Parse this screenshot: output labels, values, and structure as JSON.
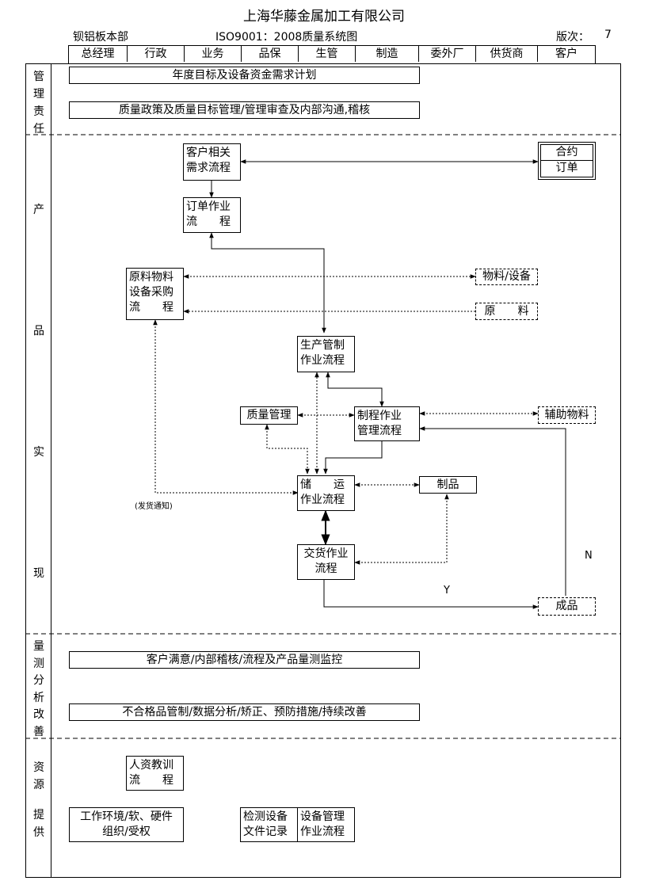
{
  "title": "上海华藤金属加工有限公司",
  "subheader": {
    "dept": "钡铝板本部",
    "system": "ISO9001：2008质量系统图",
    "version_label": "版次：",
    "version": "7"
  },
  "columns": [
    "总经理",
    "行政",
    "业务",
    "品保",
    "生管",
    "制造",
    "委外厂",
    "供货商",
    "客户"
  ],
  "sections": {
    "management": [
      "管",
      "理",
      "责",
      "任"
    ],
    "product": [
      "产",
      "品",
      "实",
      "现"
    ],
    "measurement": [
      "量",
      "测",
      "分",
      "析",
      "改",
      "善"
    ],
    "resource": [
      "资",
      "源",
      "提",
      "供"
    ]
  },
  "management_items": [
    "年度目标及设备资金需求计划",
    "质量政策及质量目标管理/管理审查及内部沟通,稽核"
  ],
  "nodes": {
    "customer_req": [
      "客户相关",
      "需求流程"
    ],
    "contract": [
      "合约",
      "订单"
    ],
    "order": [
      "订单作业",
      "流　　程"
    ],
    "purchase": [
      "原料物料",
      "设备采购",
      "流　　程"
    ],
    "material_equip": "物料/设备",
    "raw_material": "原　　料",
    "production_ctrl": [
      "生产管制",
      "作业流程"
    ],
    "quality_mgmt": "质量管理",
    "process_mgmt": [
      "制程作业",
      "管理流程"
    ],
    "aux_material": "辅助物料",
    "storage": [
      "储　　运",
      "作业流程"
    ],
    "product": "制品",
    "delivery": [
      "交货作业",
      "流程"
    ],
    "finished": "成品",
    "ship_notice": "(发货通知)",
    "label_n": "N",
    "label_y": "Y"
  },
  "measurement_items": [
    "客户满意/内部稽核/流程及产品量测监控",
    "不合格品管制/数据分析/矫正、预防措施/持续改善"
  ],
  "resource_nodes": {
    "training": [
      "人资教训",
      "流　　程"
    ],
    "environment": [
      "工作环境/软、硬件",
      "组织/受权"
    ],
    "inspection": [
      "检测设备",
      "文件记录"
    ],
    "equipment_mgmt": [
      "设备管理",
      "作业流程"
    ]
  }
}
